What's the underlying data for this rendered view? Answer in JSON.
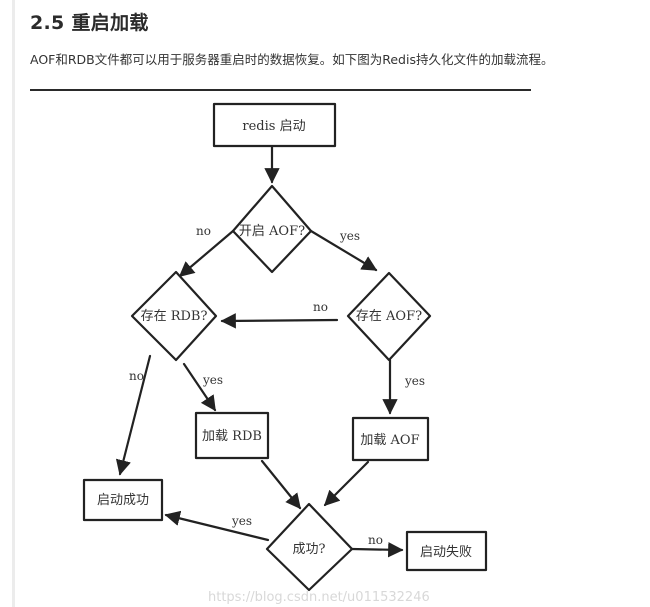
{
  "section": {
    "title": "2.5 重启加载",
    "intro": "AOF和RDB文件都可以用于服务器重启时的数据恢复。如下图为Redis持久化文件的加载流程。"
  },
  "flowchart": {
    "nodes": {
      "start": "redis 启动",
      "aof_enabled": "开启 AOF?",
      "rdb_exists": "存在 RDB?",
      "aof_exists": "存在 AOF?",
      "load_rdb": "加载 RDB",
      "load_aof": "加载 AOF",
      "success": "成功?",
      "started": "启动成功",
      "failed": "启动失败"
    },
    "edges": {
      "aof_enabled_no": "no",
      "aof_enabled_yes": "yes",
      "aof_exists_no": "no",
      "aof_exists_yes": "yes",
      "rdb_exists_no": "no",
      "rdb_exists_yes": "yes",
      "success_yes": "yes",
      "success_no": "no"
    }
  },
  "watermark": "https://blog.csdn.net/u011532246"
}
